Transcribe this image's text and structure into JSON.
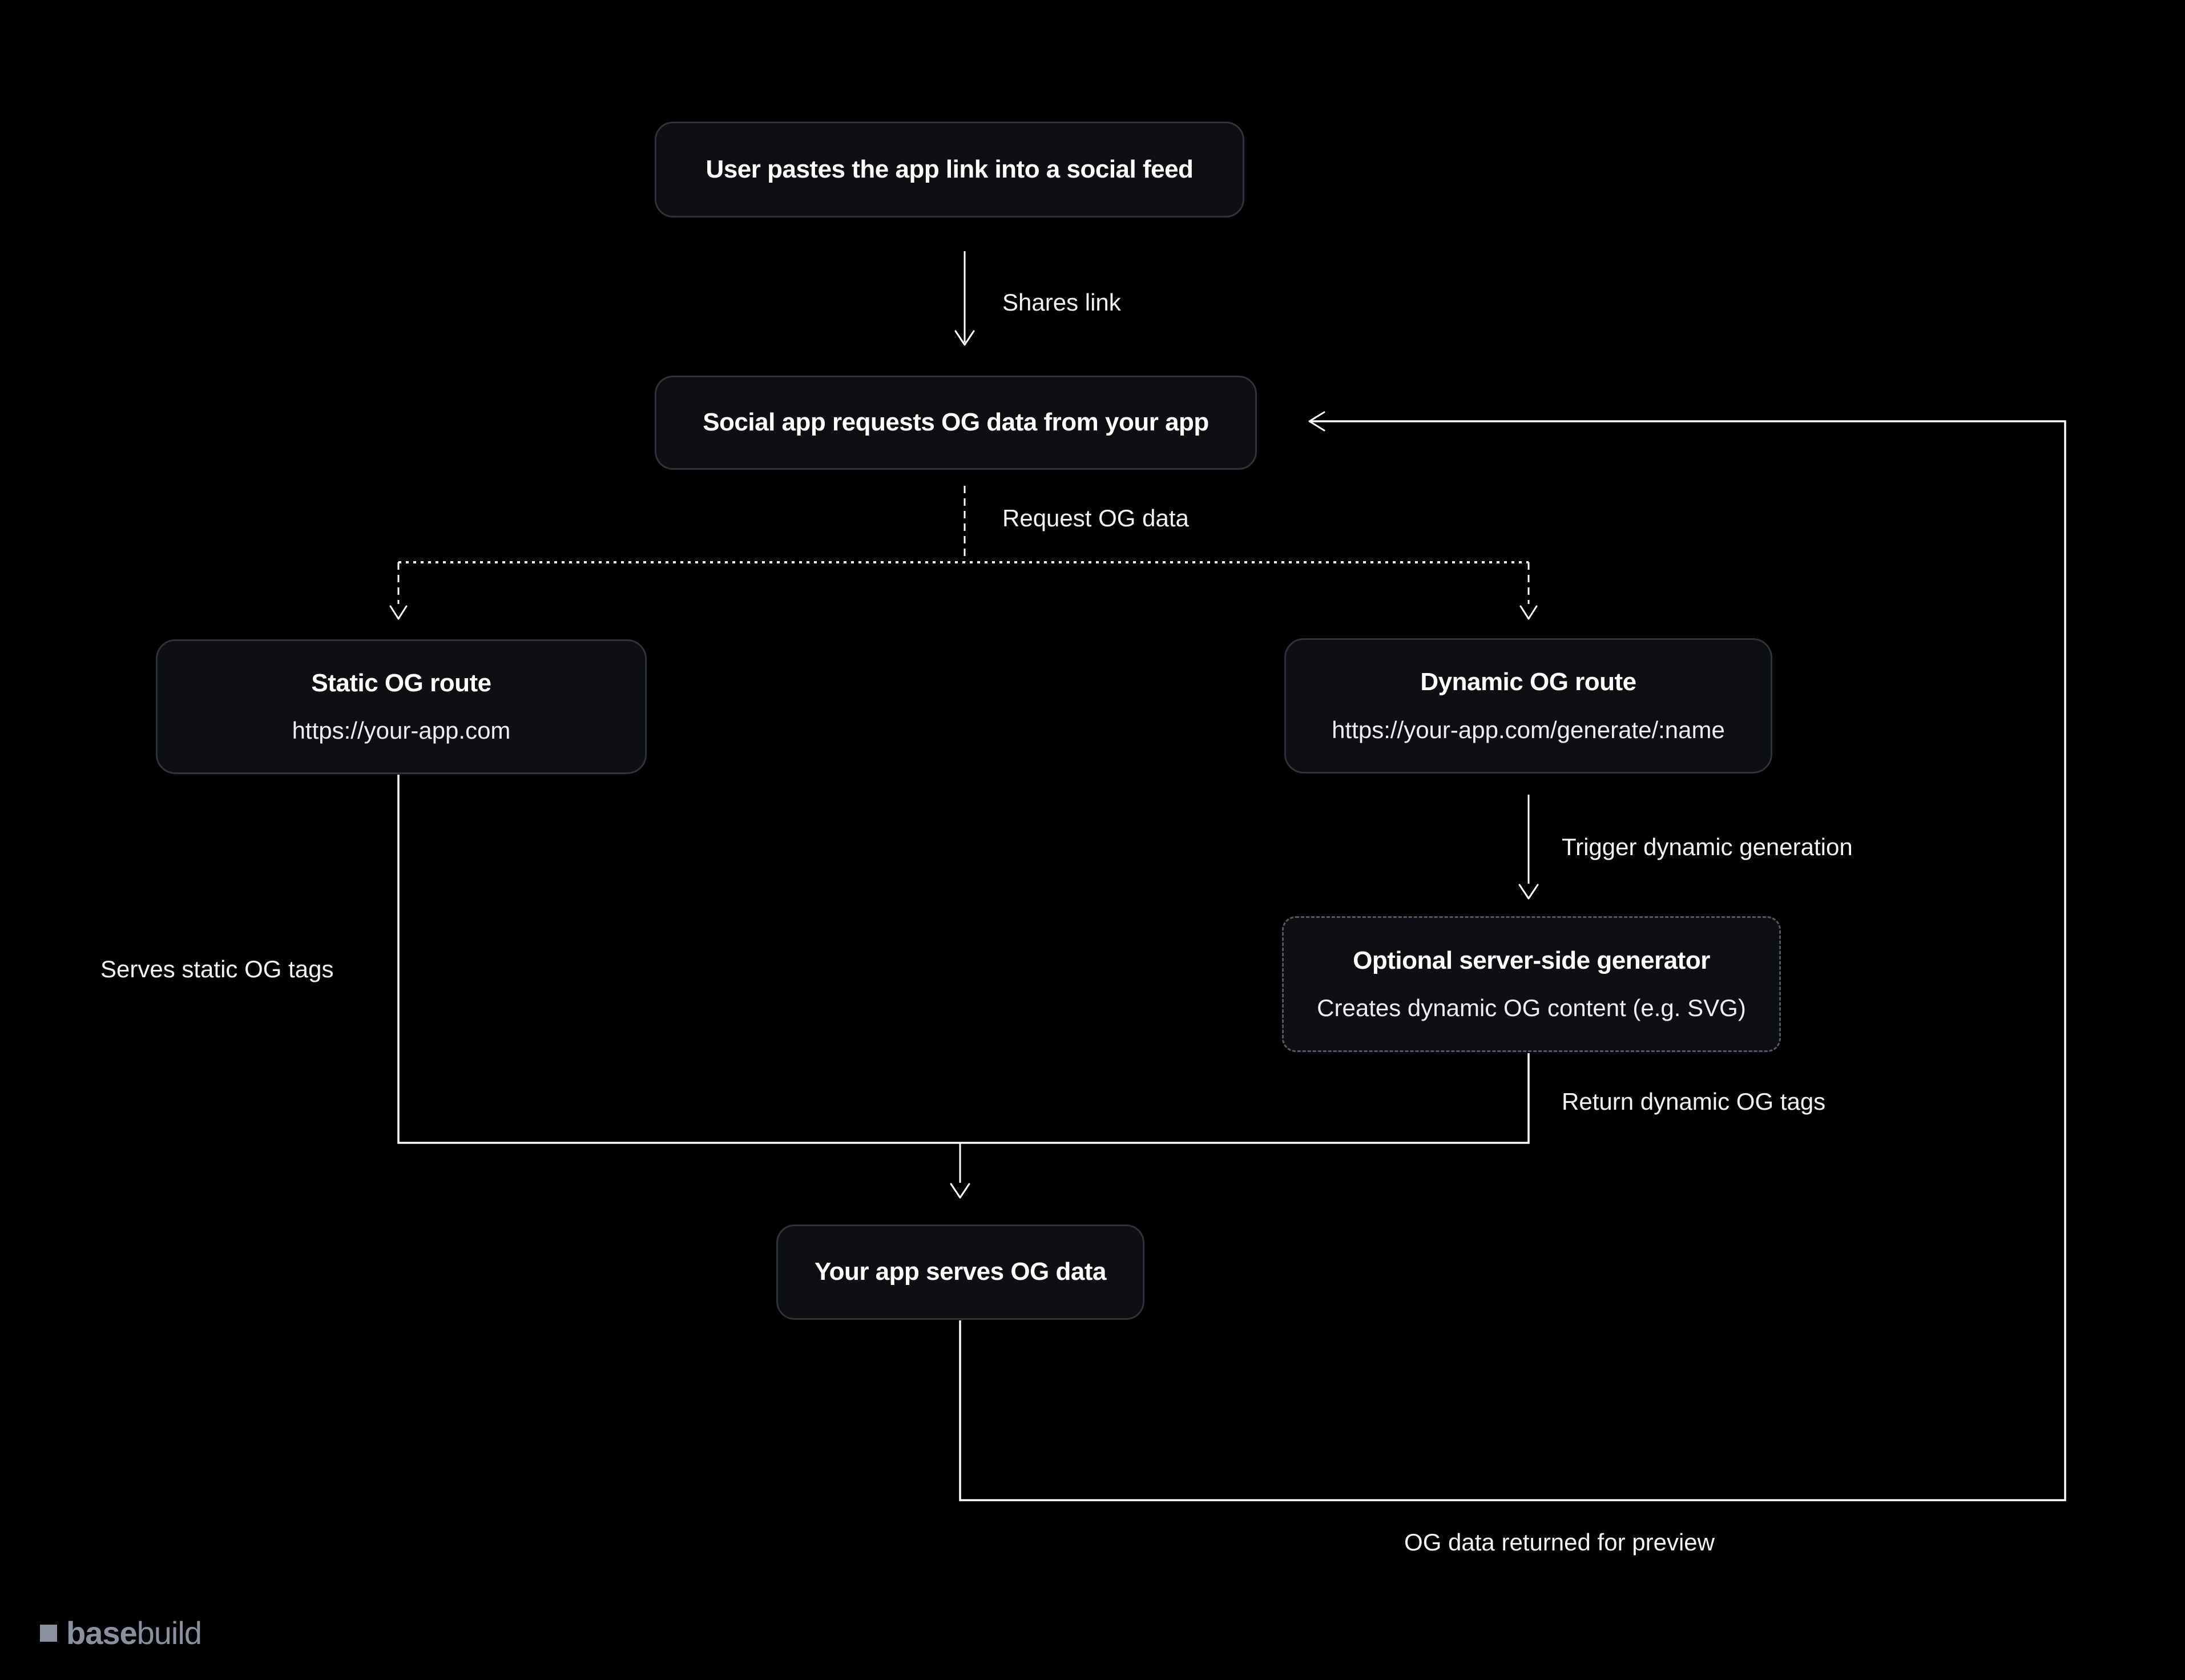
{
  "diagram": {
    "nodes": {
      "user_paste": {
        "title": "User pastes the app link into a social feed"
      },
      "social_request": {
        "title": "Social app requests OG data from your app"
      },
      "static_route": {
        "title": "Static OG route",
        "subtitle": "https://your-app.com"
      },
      "dynamic_route": {
        "title": "Dynamic OG route",
        "subtitle": "https://your-app.com/generate/:name"
      },
      "generator": {
        "title": "Optional server-side generator",
        "subtitle": "Creates dynamic OG content (e.g. SVG)"
      },
      "serve_og": {
        "title": "Your app serves OG data"
      }
    },
    "edge_labels": {
      "shares_link": "Shares link",
      "request_og_data": "Request OG data",
      "serves_static": "Serves static OG tags",
      "trigger_dynamic": "Trigger dynamic generation",
      "return_dynamic": "Return dynamic OG tags",
      "og_returned": "OG data returned for preview"
    },
    "colors": {
      "background": "#000000",
      "node_fill": "#0d0f13",
      "node_border": "#2e323c",
      "generator_dashed_border": "#53575f",
      "wire": "#ffffff",
      "title_text": "#ffffff",
      "label_text": "#f2f3f4",
      "brand": "#8a909d"
    }
  },
  "footer": {
    "brand_bold": "base",
    "brand_light": "build"
  }
}
